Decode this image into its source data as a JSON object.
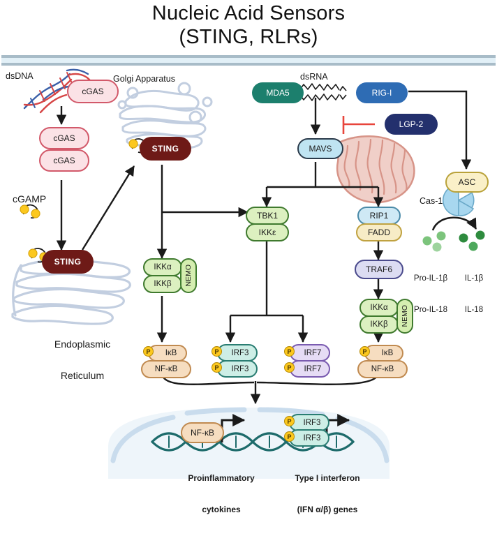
{
  "title": {
    "line1": "Nucleic Acid Sensors",
    "line2": "(STING, RLRs)"
  },
  "labels": {
    "dsDNA": "dsDNA",
    "golgi": "Golgi Apparatus",
    "dsRNA": "dsRNA",
    "cGAMP": "cGAMP",
    "er_line1": "Endoplasmic",
    "er_line2": "Reticulum",
    "cas1": "Cas-1",
    "pro_il1b": "Pro-IL-1β",
    "pro_il18": "Pro-IL-18",
    "il1b": "IL-1β",
    "il18": "IL-18",
    "proinflam_line1": "Proinflammatory",
    "proinflam_line2": "cytokines",
    "ifn_line1": "Type I interferon",
    "ifn_line2": "(IFN α/β) genes"
  },
  "nodes": {
    "cgas_top": "cGAS",
    "cgas_dimer_a": "cGAS",
    "cgas_dimer_b": "cGAS",
    "sting_golgi": "STING",
    "sting_er": "STING",
    "mda5": "MDA5",
    "rigi": "RIG-I",
    "lgp2": "LGP-2",
    "mavs": "MAVS",
    "asc": "ASC",
    "tbk1": "TBK1",
    "ikke": "IKKε",
    "rip1": "RIP1",
    "fadd": "FADD",
    "traf6": "TRAF6",
    "ikka_left": "IKKα",
    "ikkb_left": "IKKβ",
    "nemo_left": "NEMO",
    "ikka_right": "IKKα",
    "ikkb_right": "IKKβ",
    "nemo_right": "NEMO",
    "ikb_left": "IκB",
    "nfkb_left": "NF-κB",
    "irf3_a": "IRF3",
    "irf3_b": "IRF3",
    "irf7_a": "IRF7",
    "irf7_b": "IRF7",
    "ikb_right": "IκB",
    "nfkb_right": "NF-κB",
    "nfkb_nucleus": "NF-κB",
    "irf3_nuc_a": "IRF3",
    "irf3_nuc_b": "IRF3",
    "p_mark": "P"
  },
  "colors": {
    "cgas_fill": "#fbe2e6",
    "cgas_stroke": "#d2596a",
    "sting_fill": "#6e1a17",
    "sting_text": "#ffffff",
    "mda5_fill": "#1c7f6d",
    "rigi_fill": "#2e6cb4",
    "lgp2_fill": "#23306d",
    "mavs_fill": "#bfe4f2",
    "mavs_stroke": "#2a3a4a",
    "asc_fill": "#faf0c8",
    "asc_stroke": "#b9a23a",
    "cas1_fill": "#a8d7ef",
    "green_fill": "#dcf0c0",
    "green_stroke": "#3f7a2e",
    "nemo_fill": "#d5eeb0",
    "rip1_fill": "#cfe9f5",
    "fadd_fill": "#f7ecc6",
    "traf6_fill": "#dcdcf2",
    "traf6_stroke": "#4a4a8c",
    "irf3_fill": "#cdeee6",
    "irf3_stroke": "#2a7d72",
    "irf7_fill": "#e6dcf5",
    "irf7_stroke": "#7a5bb0",
    "nfkb_fill": "#f6ddc0",
    "nfkb_stroke": "#c08a50",
    "phospho": "#fcc81e",
    "inhibit_red": "#e8453c",
    "membrane": "#a8bcc8",
    "membrane_inner": "#e2f0f7",
    "organelle_outline": "#c2cee0",
    "mito_fill": "#f0cfc8",
    "mito_stroke": "#d79488",
    "dna_teal": "#1d6b6b",
    "nucleus_fill": "#eef5fa",
    "nucleus_env": "#c9dced",
    "il_green_light": "#7cc47c",
    "il_green_dark": "#2e8b3e",
    "arrow": "#1a1a1a",
    "dna_red": "#d64545",
    "dna_blue": "#3a5fa8"
  }
}
